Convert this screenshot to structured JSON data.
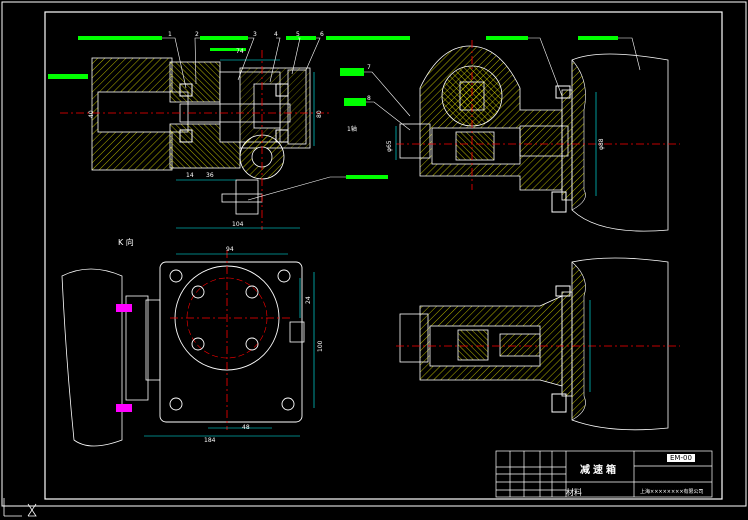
{
  "drawing": {
    "title": "减速箱",
    "code": "EM-00",
    "material_label": "材料",
    "company": "上海××××××××有限公司",
    "view_label": "K 向",
    "axis_label": "1轴",
    "part_numbers": [
      "1",
      "2",
      "3",
      "4",
      "5",
      "6",
      "7",
      "8"
    ],
    "dimensions": {
      "d74": "74",
      "d94": "94",
      "d184": "184",
      "d14": "14",
      "d36": "36",
      "d40": "40",
      "d48": "48",
      "d104": "104",
      "d80": "80",
      "d24": "24",
      "phi65": "φ65",
      "phi88": "φ88",
      "d100": "100"
    }
  },
  "colors": {
    "background": "#000000",
    "frame": "#ffffff",
    "outline": "#ffffff",
    "hatch": "#ffff00",
    "centerline": "#ff0000",
    "dimension": "#00ffff",
    "annotation": "#00ff00",
    "bolt": "#ff00ff"
  }
}
